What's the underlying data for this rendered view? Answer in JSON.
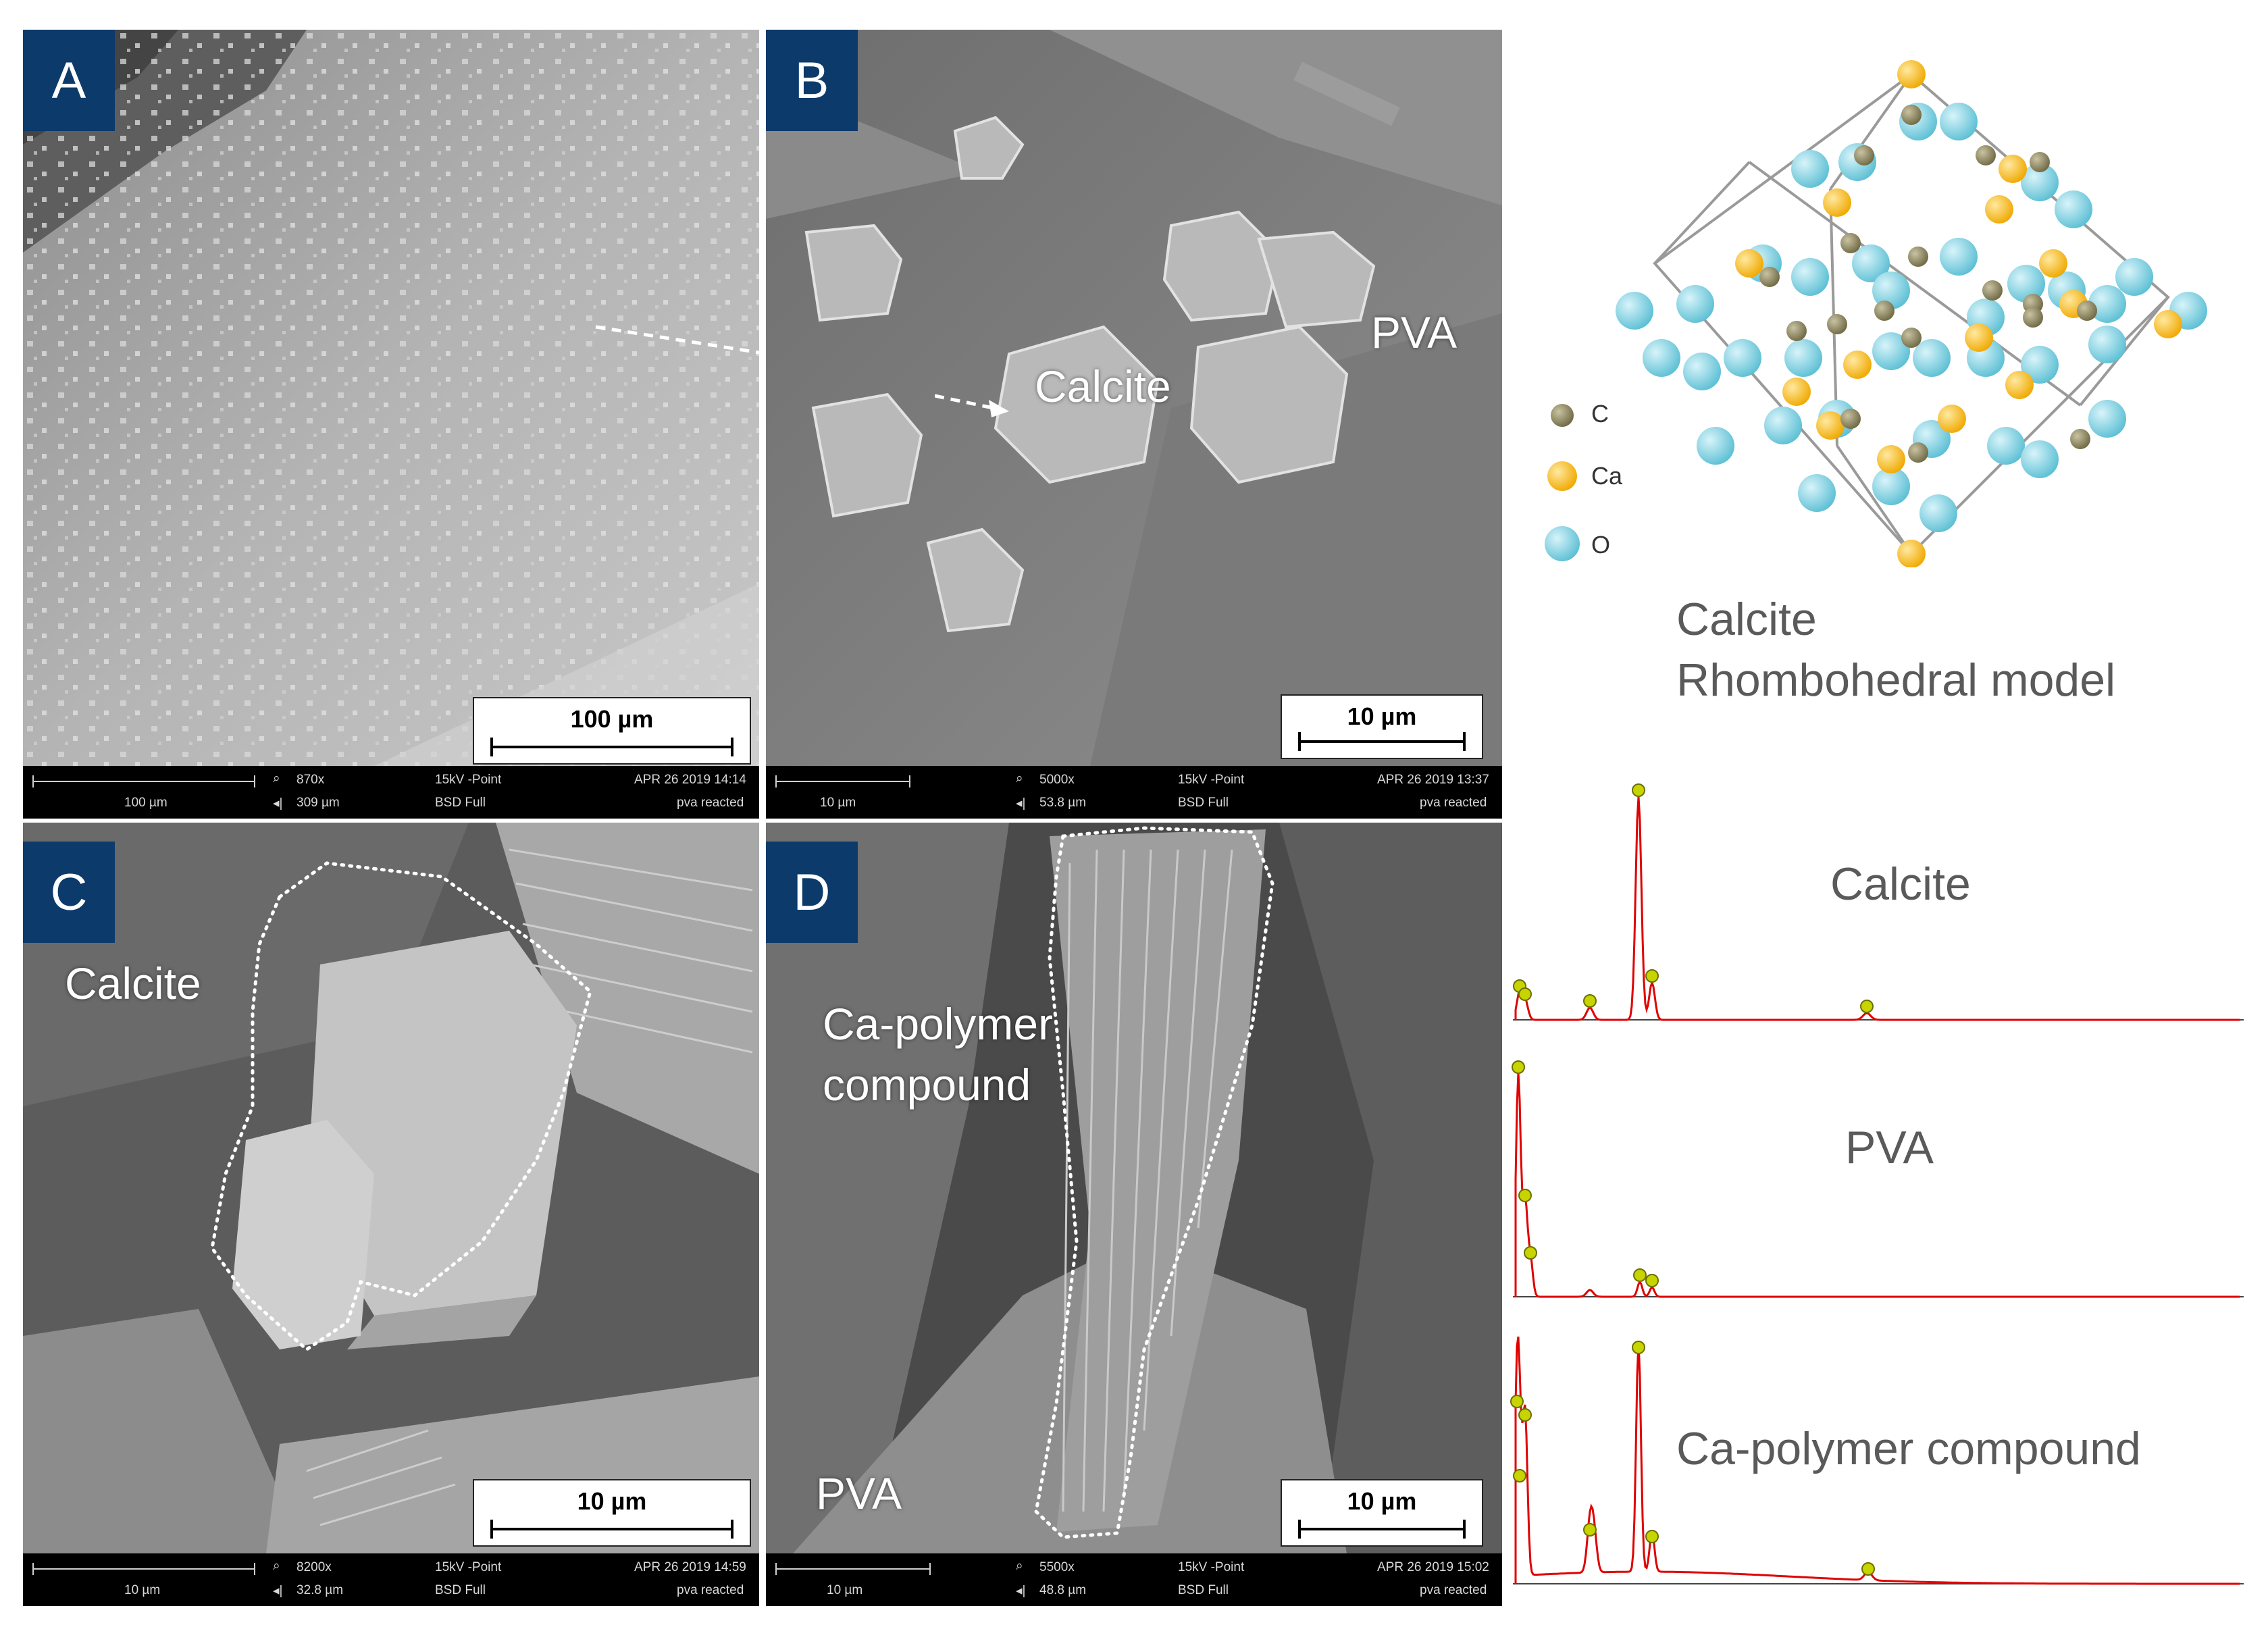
{
  "panels": {
    "A": {
      "letter": "A",
      "scale": "100 µm",
      "bar_len": "100 µm",
      "mag": "870x",
      "hfw": "309 µm",
      "kv": "15kV -Point",
      "det": "BSD Full",
      "date": "APR 26 2019 14:14",
      "name": "pva reacted"
    },
    "B": {
      "letter": "B",
      "scale": "10 µm",
      "bar_len": "10 µm",
      "mag": "5000x",
      "hfw": "53.8 µm",
      "kv": "15kV -Point",
      "det": "BSD Full",
      "date": "APR 26 2019 13:37",
      "name": "pva reacted",
      "label_calcite": "Calcite",
      "label_pva": "PVA"
    },
    "C": {
      "letter": "C",
      "scale": "10 µm",
      "bar_len": "10 µm",
      "mag": "8200x",
      "hfw": "32.8 µm",
      "kv": "15kV -Point",
      "det": "BSD Full",
      "date": "APR 26 2019 14:59",
      "name": "pva reacted",
      "label_calcite": "Calcite"
    },
    "D": {
      "letter": "D",
      "scale": "10 µm",
      "bar_len": "10 µm",
      "mag": "5500x",
      "hfw": "48.8 µm",
      "kv": "15kV -Point",
      "det": "BSD Full",
      "date": "APR 26 2019 15:02",
      "name": "pva reacted",
      "label_compound_1": "Ca-polymer",
      "label_compound_2": "compound",
      "label_pva": "PVA"
    }
  },
  "model": {
    "legend": [
      "C",
      "Ca",
      "O"
    ],
    "title_1": "Calcite",
    "title_2": "Rhombohedral model",
    "colors": {
      "C": "#7d7652",
      "Ca": "#f5b800",
      "O": "#7fd0e0"
    }
  },
  "eds": {
    "calcite_title": "Calcite",
    "pva_title": "PVA",
    "compound_title": "Ca-polymer compound",
    "color": "#e00000"
  }
}
